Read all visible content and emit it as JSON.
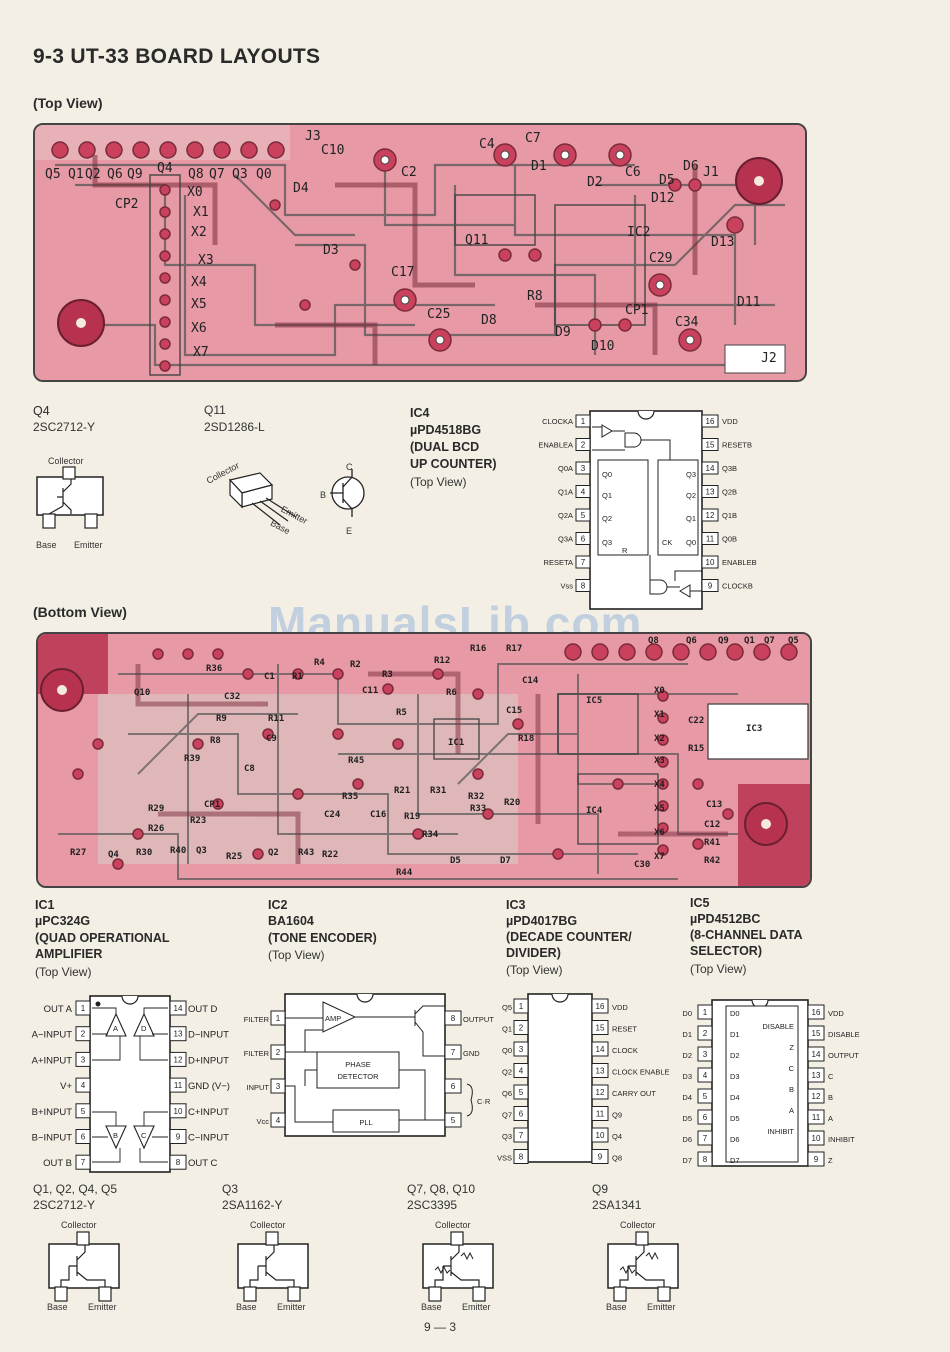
{
  "page": {
    "title": "9-3  UT-33 BOARD LAYOUTS",
    "top_view_label": "(Top View)",
    "bottom_view_label": "(Bottom View)",
    "watermark": "ManualsLib.com",
    "page_number": "9 — 3"
  },
  "top_board": {
    "labels": [
      "J3",
      "Q5",
      "Q1",
      "Q2",
      "Q6",
      "Q9",
      "Q4",
      "Q8",
      "Q7",
      "Q3",
      "Q0",
      "C10",
      "C2",
      "C4",
      "C7",
      "D1",
      "D2",
      "C6",
      "D5",
      "D6",
      "J1",
      "CP2",
      "X0",
      "X1",
      "X2",
      "X3",
      "X4",
      "X5",
      "X6",
      "X7",
      "D4",
      "D3",
      "Q11",
      "C17",
      "C25",
      "R8",
      "D8",
      "D10",
      "D9",
      "IC2",
      "C29",
      "D13",
      "D11",
      "CP1",
      "C34",
      "D12",
      "J2"
    ]
  },
  "bottom_board": {
    "labels": [
      "Q10",
      "R36",
      "C32",
      "R4",
      "R1",
      "C1",
      "R2",
      "R3",
      "R12",
      "R16",
      "R17",
      "R6",
      "C14",
      "C11",
      "R5",
      "C15",
      "IC5",
      "X0",
      "X1",
      "X2",
      "X3",
      "X4",
      "X5",
      "X6",
      "X7",
      "C22",
      "IC3",
      "R9",
      "R8",
      "C9",
      "R11",
      "R39",
      "C8",
      "R45",
      "IC1",
      "R18",
      "R15",
      "C13",
      "C12",
      "R41",
      "R42",
      "C30",
      "D5",
      "D7",
      "R44",
      "R35",
      "R21",
      "R31",
      "R32",
      "R33",
      "C24",
      "C16",
      "R19",
      "R34",
      "R20",
      "IC4",
      "R29",
      "R26",
      "R23",
      "CP1",
      "R27",
      "Q4",
      "R30",
      "R40",
      "Q3",
      "R25",
      "Q2",
      "R43",
      "R22",
      "Q1",
      "Q5",
      "Q6",
      "Q8",
      "Q9",
      "Q7"
    ]
  },
  "q4_block": {
    "title": "Q4",
    "part": "2SC2712-Y",
    "collector": "Collector",
    "base": "Base",
    "emitter": "Emitter"
  },
  "q11_block": {
    "title": "Q11",
    "part": "2SD1286-L",
    "collector": "Collector",
    "emitter": "Emitter",
    "base": "Base",
    "c": "C",
    "b": "B",
    "e": "E"
  },
  "ic4_block": {
    "title": "IC4",
    "part": "µPD4518BG",
    "desc1": "(DUAL BCD",
    "desc2": "UP COUNTER)",
    "view": "(Top View)",
    "left_pins": [
      {
        "n": "1",
        "label": "CLOCKA"
      },
      {
        "n": "2",
        "label": "ENABLEA"
      },
      {
        "n": "3",
        "label": "Q0A"
      },
      {
        "n": "4",
        "label": "Q1A"
      },
      {
        "n": "5",
        "label": "Q2A"
      },
      {
        "n": "6",
        "label": "Q3A"
      },
      {
        "n": "7",
        "label": "RESETA"
      },
      {
        "n": "8",
        "label": "Vss"
      }
    ],
    "right_pins": [
      {
        "n": "16",
        "label": "VDD"
      },
      {
        "n": "15",
        "label": "RESETB"
      },
      {
        "n": "14",
        "label": "Q3B"
      },
      {
        "n": "13",
        "label": "Q2B"
      },
      {
        "n": "12",
        "label": "Q1B"
      },
      {
        "n": "11",
        "label": "Q0B"
      },
      {
        "n": "10",
        "label": "ENABLEB"
      },
      {
        "n": "9",
        "label": "CLOCKB"
      }
    ],
    "inner": {
      "q0": "Q0",
      "q1": "Q1",
      "q2": "Q2",
      "q3": "Q3",
      "r": "R",
      "ck": "CK"
    }
  },
  "ic1_block": {
    "title": "IC1",
    "part": "µPC324G",
    "desc1": "(QUAD OPERATIONAL",
    "desc2": "AMPLIFIER",
    "view": "(Top View)",
    "left_pins": [
      {
        "n": "1",
        "label": "OUT A"
      },
      {
        "n": "2",
        "label": "A−INPUT"
      },
      {
        "n": "3",
        "label": "A+INPUT"
      },
      {
        "n": "4",
        "label": "V+"
      },
      {
        "n": "5",
        "label": "B+INPUT"
      },
      {
        "n": "6",
        "label": "B−INPUT"
      },
      {
        "n": "7",
        "label": "OUT B"
      }
    ],
    "right_pins": [
      {
        "n": "14",
        "label": "OUT D"
      },
      {
        "n": "13",
        "label": "D−INPUT"
      },
      {
        "n": "12",
        "label": "D+INPUT"
      },
      {
        "n": "11",
        "label": "GND (V−)"
      },
      {
        "n": "10",
        "label": "C+INPUT"
      },
      {
        "n": "9",
        "label": "C−INPUT"
      },
      {
        "n": "8",
        "label": "OUT C"
      }
    ],
    "amps": [
      "A",
      "D",
      "B",
      "C"
    ]
  },
  "ic2_block": {
    "title": "IC2",
    "part": "BA1604",
    "desc1": "(TONE ENCODER)",
    "view": "(Top View)",
    "left_pins": [
      {
        "n": "1",
        "label": "FILTER"
      },
      {
        "n": "2",
        "label": "FILTER"
      },
      {
        "n": "3",
        "label": "INPUT"
      },
      {
        "n": "4",
        "label": "Vcc"
      }
    ],
    "right_pins": [
      {
        "n": "8",
        "label": "OUTPUT"
      },
      {
        "n": "7",
        "label": "GND"
      },
      {
        "n": "6",
        "label": ""
      },
      {
        "n": "5",
        "label": ""
      }
    ],
    "cr": "C·R",
    "amp": "AMP",
    "phase1": "PHASE",
    "phase2": "DETECTOR",
    "pll": "PLL"
  },
  "ic3_block": {
    "title": "IC3",
    "part": "µPD4017BG",
    "desc1": "(DECADE COUNTER/",
    "desc2": "DIVIDER)",
    "view": "(Top View)",
    "left_pins": [
      {
        "n": "1",
        "label": "Q5"
      },
      {
        "n": "2",
        "label": "Q1"
      },
      {
        "n": "3",
        "label": "Q0"
      },
      {
        "n": "4",
        "label": "Q2"
      },
      {
        "n": "5",
        "label": "Q6"
      },
      {
        "n": "6",
        "label": "Q7"
      },
      {
        "n": "7",
        "label": "Q3"
      },
      {
        "n": "8",
        "label": "VSS"
      }
    ],
    "right_pins": [
      {
        "n": "16",
        "label": "VDD"
      },
      {
        "n": "15",
        "label": "RESET"
      },
      {
        "n": "14",
        "label": "CLOCK"
      },
      {
        "n": "13",
        "label": "CLOCK ENABLE"
      },
      {
        "n": "12",
        "label": "CARRY OUT"
      },
      {
        "n": "11",
        "label": "Q9"
      },
      {
        "n": "10",
        "label": "Q4"
      },
      {
        "n": "9",
        "label": "Q8"
      }
    ]
  },
  "ic5_block": {
    "title": "IC5",
    "part": "µPD4512BC",
    "desc1": "(8-CHANNEL DATA",
    "desc2": "SELECTOR)",
    "view": "(Top View)",
    "left_pins": [
      {
        "n": "1",
        "label": "D0"
      },
      {
        "n": "2",
        "label": "D1"
      },
      {
        "n": "3",
        "label": "D2"
      },
      {
        "n": "4",
        "label": "D3"
      },
      {
        "n": "5",
        "label": "D4"
      },
      {
        "n": "6",
        "label": "D5"
      },
      {
        "n": "7",
        "label": "D6"
      },
      {
        "n": "8",
        "label": "D7"
      }
    ],
    "right_pins": [
      {
        "n": "16",
        "label": "VDD"
      },
      {
        "n": "15",
        "label": "DISABLE"
      },
      {
        "n": "14",
        "label": "OUTPUT"
      },
      {
        "n": "13",
        "label": "C"
      },
      {
        "n": "12",
        "label": "B"
      },
      {
        "n": "11",
        "label": "A"
      },
      {
        "n": "10",
        "label": "INHIBIT"
      },
      {
        "n": "9",
        "label": "Z"
      }
    ],
    "inner_left": [
      "D0",
      "D1",
      "D2",
      "D3",
      "D4",
      "D5",
      "D6",
      "D7"
    ],
    "inner_right": [
      "DISABLE",
      "Z",
      "C",
      "B",
      "A",
      "INHIBIT"
    ]
  },
  "transistors_bottom": [
    {
      "title": "Q1, Q2, Q4, Q5",
      "part": "2SC2712-Y",
      "collector": "Collector",
      "base": "Base",
      "emitter": "Emitter"
    },
    {
      "title": "Q3",
      "part": "2SA1162-Y",
      "collector": "Collector",
      "base": "Base",
      "emitter": "Emitter"
    },
    {
      "title": "Q7, Q8, Q10",
      "part": "2SC3395",
      "collector": "Collector",
      "base": "Base",
      "emitter": "Emitter"
    },
    {
      "title": "Q9",
      "part": "2SA1341",
      "collector": "Collector",
      "base": "Base",
      "emitter": "Emitter"
    }
  ]
}
